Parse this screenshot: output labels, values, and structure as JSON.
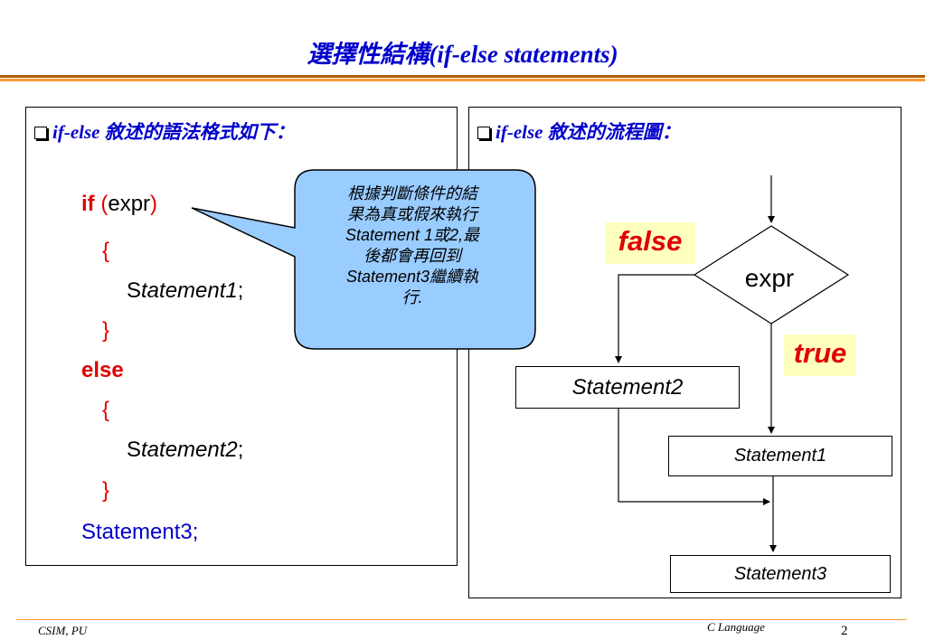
{
  "title": "選擇性結構(if-else statements)",
  "left_panel": {
    "heading": "if-else 敘述的語法格式如下：",
    "code": {
      "if_kw": "if",
      "open_paren": "(",
      "expr": "expr",
      "close_paren": ")",
      "open_brace_1": "{",
      "stmt1_prefix": "S",
      "stmt1_body": "tatement1",
      "semicolon_1": ";",
      "close_brace_1": "}",
      "else_kw": "else",
      "open_brace_2": "{",
      "stmt2_prefix": "S",
      "stmt2_body": "tatement2",
      "semicolon_2": ";",
      "close_brace_2": "}",
      "stmt3": "Statement3;"
    }
  },
  "callout": {
    "line1": "根據判斷條件的結",
    "line2": "果為真或假來執行",
    "line3": "Statement 1或2,最",
    "line4": "後都會再回到",
    "line5": "Statement3繼續執",
    "line6": "行."
  },
  "right_panel": {
    "heading": "if-else 敘述的流程圖：",
    "false_label": "false",
    "true_label": "true",
    "expr": "expr",
    "statement2": "Statement2",
    "statement1": "Statement1",
    "statement3": "Statement3"
  },
  "footer": {
    "left": "CSIM, PU",
    "center": "C Language",
    "page": "2"
  },
  "colors": {
    "heading": "#0000cc",
    "keyword": "#e00000",
    "callout_fill": "#99ccff",
    "label_fill": "#ffffc0",
    "rule_dark": "#b25a00",
    "rule_light": "#ff9933"
  }
}
